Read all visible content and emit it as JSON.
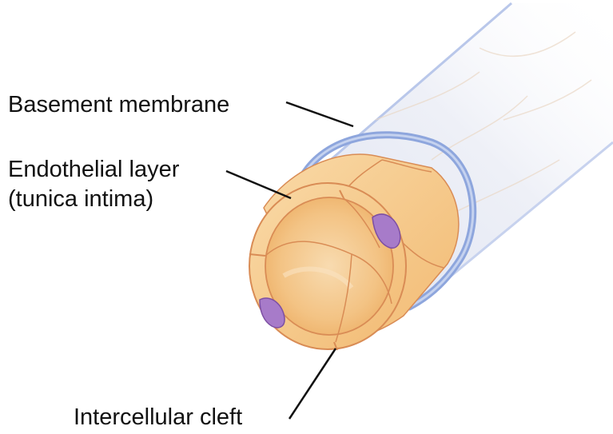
{
  "labels": {
    "basement_membrane": "Basement membrane",
    "endothelial_layer_line1": "Endothelial layer",
    "endothelial_layer_line2": "(tunica intima)",
    "intercellular_cleft": "Intercellular cleft"
  },
  "colors": {
    "membrane_tube": "#e8ecf5",
    "membrane_edge": "#a9b9e3",
    "membrane_ring": "#8ea6dd",
    "endothelium": "#f6c98a",
    "endothelium_inner": "#f3bf7b",
    "cell_border": "#d98c55",
    "nucleus": "#a77bc9",
    "leader_line": "#111111"
  }
}
